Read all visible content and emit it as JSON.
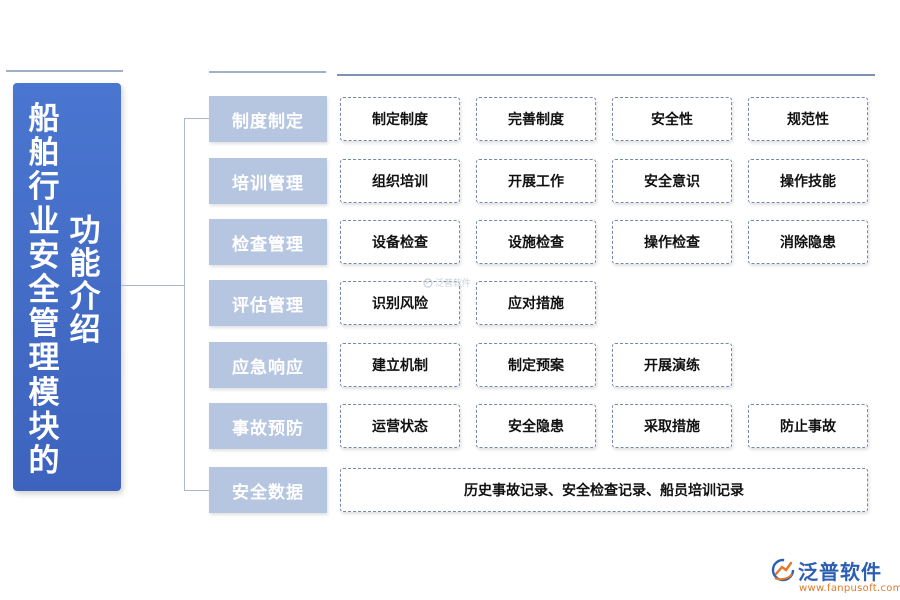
{
  "title": {
    "main": "船舶行业安全管理模块的",
    "sub": "功能介绍"
  },
  "rows": [
    {
      "category": "制度制定",
      "items": [
        "制定制度",
        "完善制度",
        "安全性",
        "规范性"
      ]
    },
    {
      "category": "培训管理",
      "items": [
        "组织培训",
        "开展工作",
        "安全意识",
        "操作技能"
      ]
    },
    {
      "category": "检查管理",
      "items": [
        "设备检查",
        "设施检查",
        "操作检查",
        "消除隐患"
      ]
    },
    {
      "category": "评估管理",
      "items": [
        "识别风险",
        "应对措施"
      ]
    },
    {
      "category": "应急响应",
      "items": [
        "建立机制",
        "制定预案",
        "开展演练"
      ]
    },
    {
      "category": "事故预防",
      "items": [
        "运营状态",
        "安全隐患",
        "采取措施",
        "防止事故"
      ]
    },
    {
      "category": "安全数据",
      "items": [
        "历史事故记录、安全检查记录、船员培训记录"
      ]
    }
  ],
  "watermark": "泛普软件",
  "logo": {
    "name": "泛普软件",
    "url": "www.fanpusoft.com",
    "icon": "fanpu-logo-icon",
    "colors": {
      "name": "#2c5fb3",
      "url": "#e07a2a"
    }
  },
  "colors": {
    "title_panel": "#4672cc",
    "category_box": "#b6c6e0",
    "item_border": "#7488a8",
    "connector": "#a9b9cc"
  }
}
